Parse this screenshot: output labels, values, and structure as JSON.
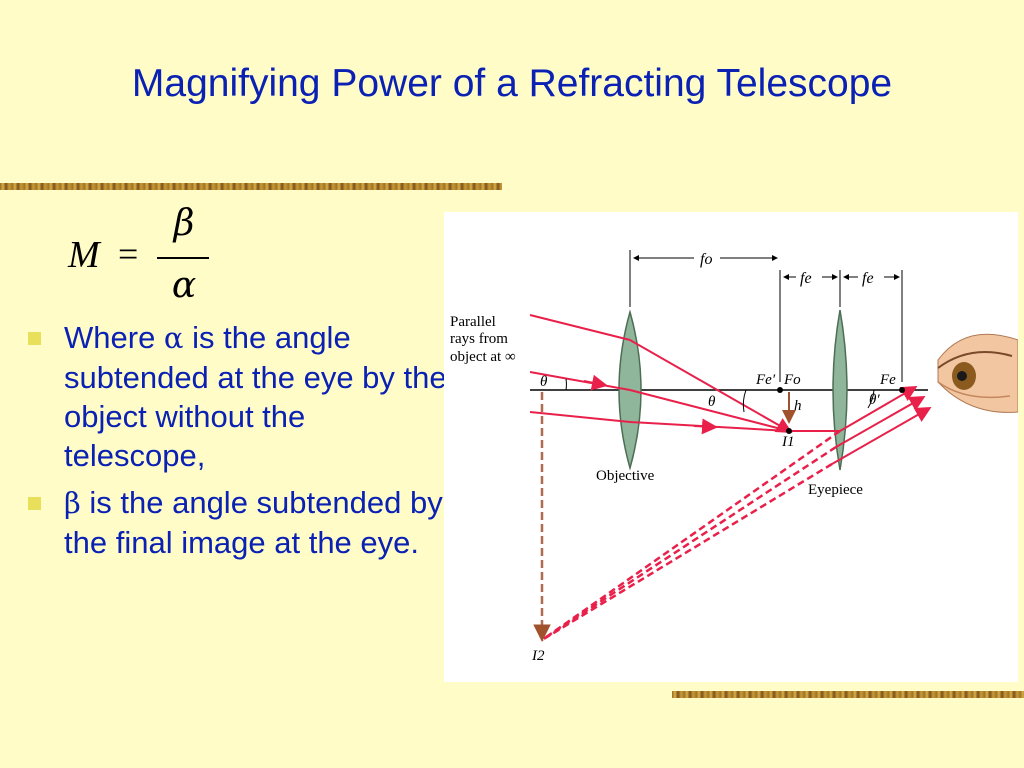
{
  "slide": {
    "title": "Magnifying Power of a Refracting Telescope"
  },
  "formula": {
    "lhs": "M",
    "equals": "=",
    "numerator": "β",
    "denominator": "α"
  },
  "bullets": [
    {
      "before": "Where ",
      "symbol": "α",
      "after": " is the angle subtended at the eye by the object without the telescope,"
    },
    {
      "before": "",
      "symbol": "β",
      "after": " is the angle subtended by the final image at the eye."
    }
  ],
  "diagram": {
    "parallel_rays_line1": "Parallel",
    "parallel_rays_line2": "rays from",
    "parallel_rays_line3": "object at ∞",
    "objective_label": "Objective",
    "eyepiece_label": "Eyepiece",
    "fo_label": "fo",
    "fe_label_1": "fe",
    "fe_label_2": "fe",
    "theta_left": "θ",
    "theta_mid": "θ",
    "theta_prime": "θ′",
    "Fe_prime": "Fe′",
    "Fo": "Fo",
    "Fe": "Fe",
    "h": "h",
    "I1": "I1",
    "I2": "I2",
    "colors": {
      "ray": "#e8204a",
      "lens": "#8fb59a",
      "text_blue": "#0a21b4"
    }
  }
}
